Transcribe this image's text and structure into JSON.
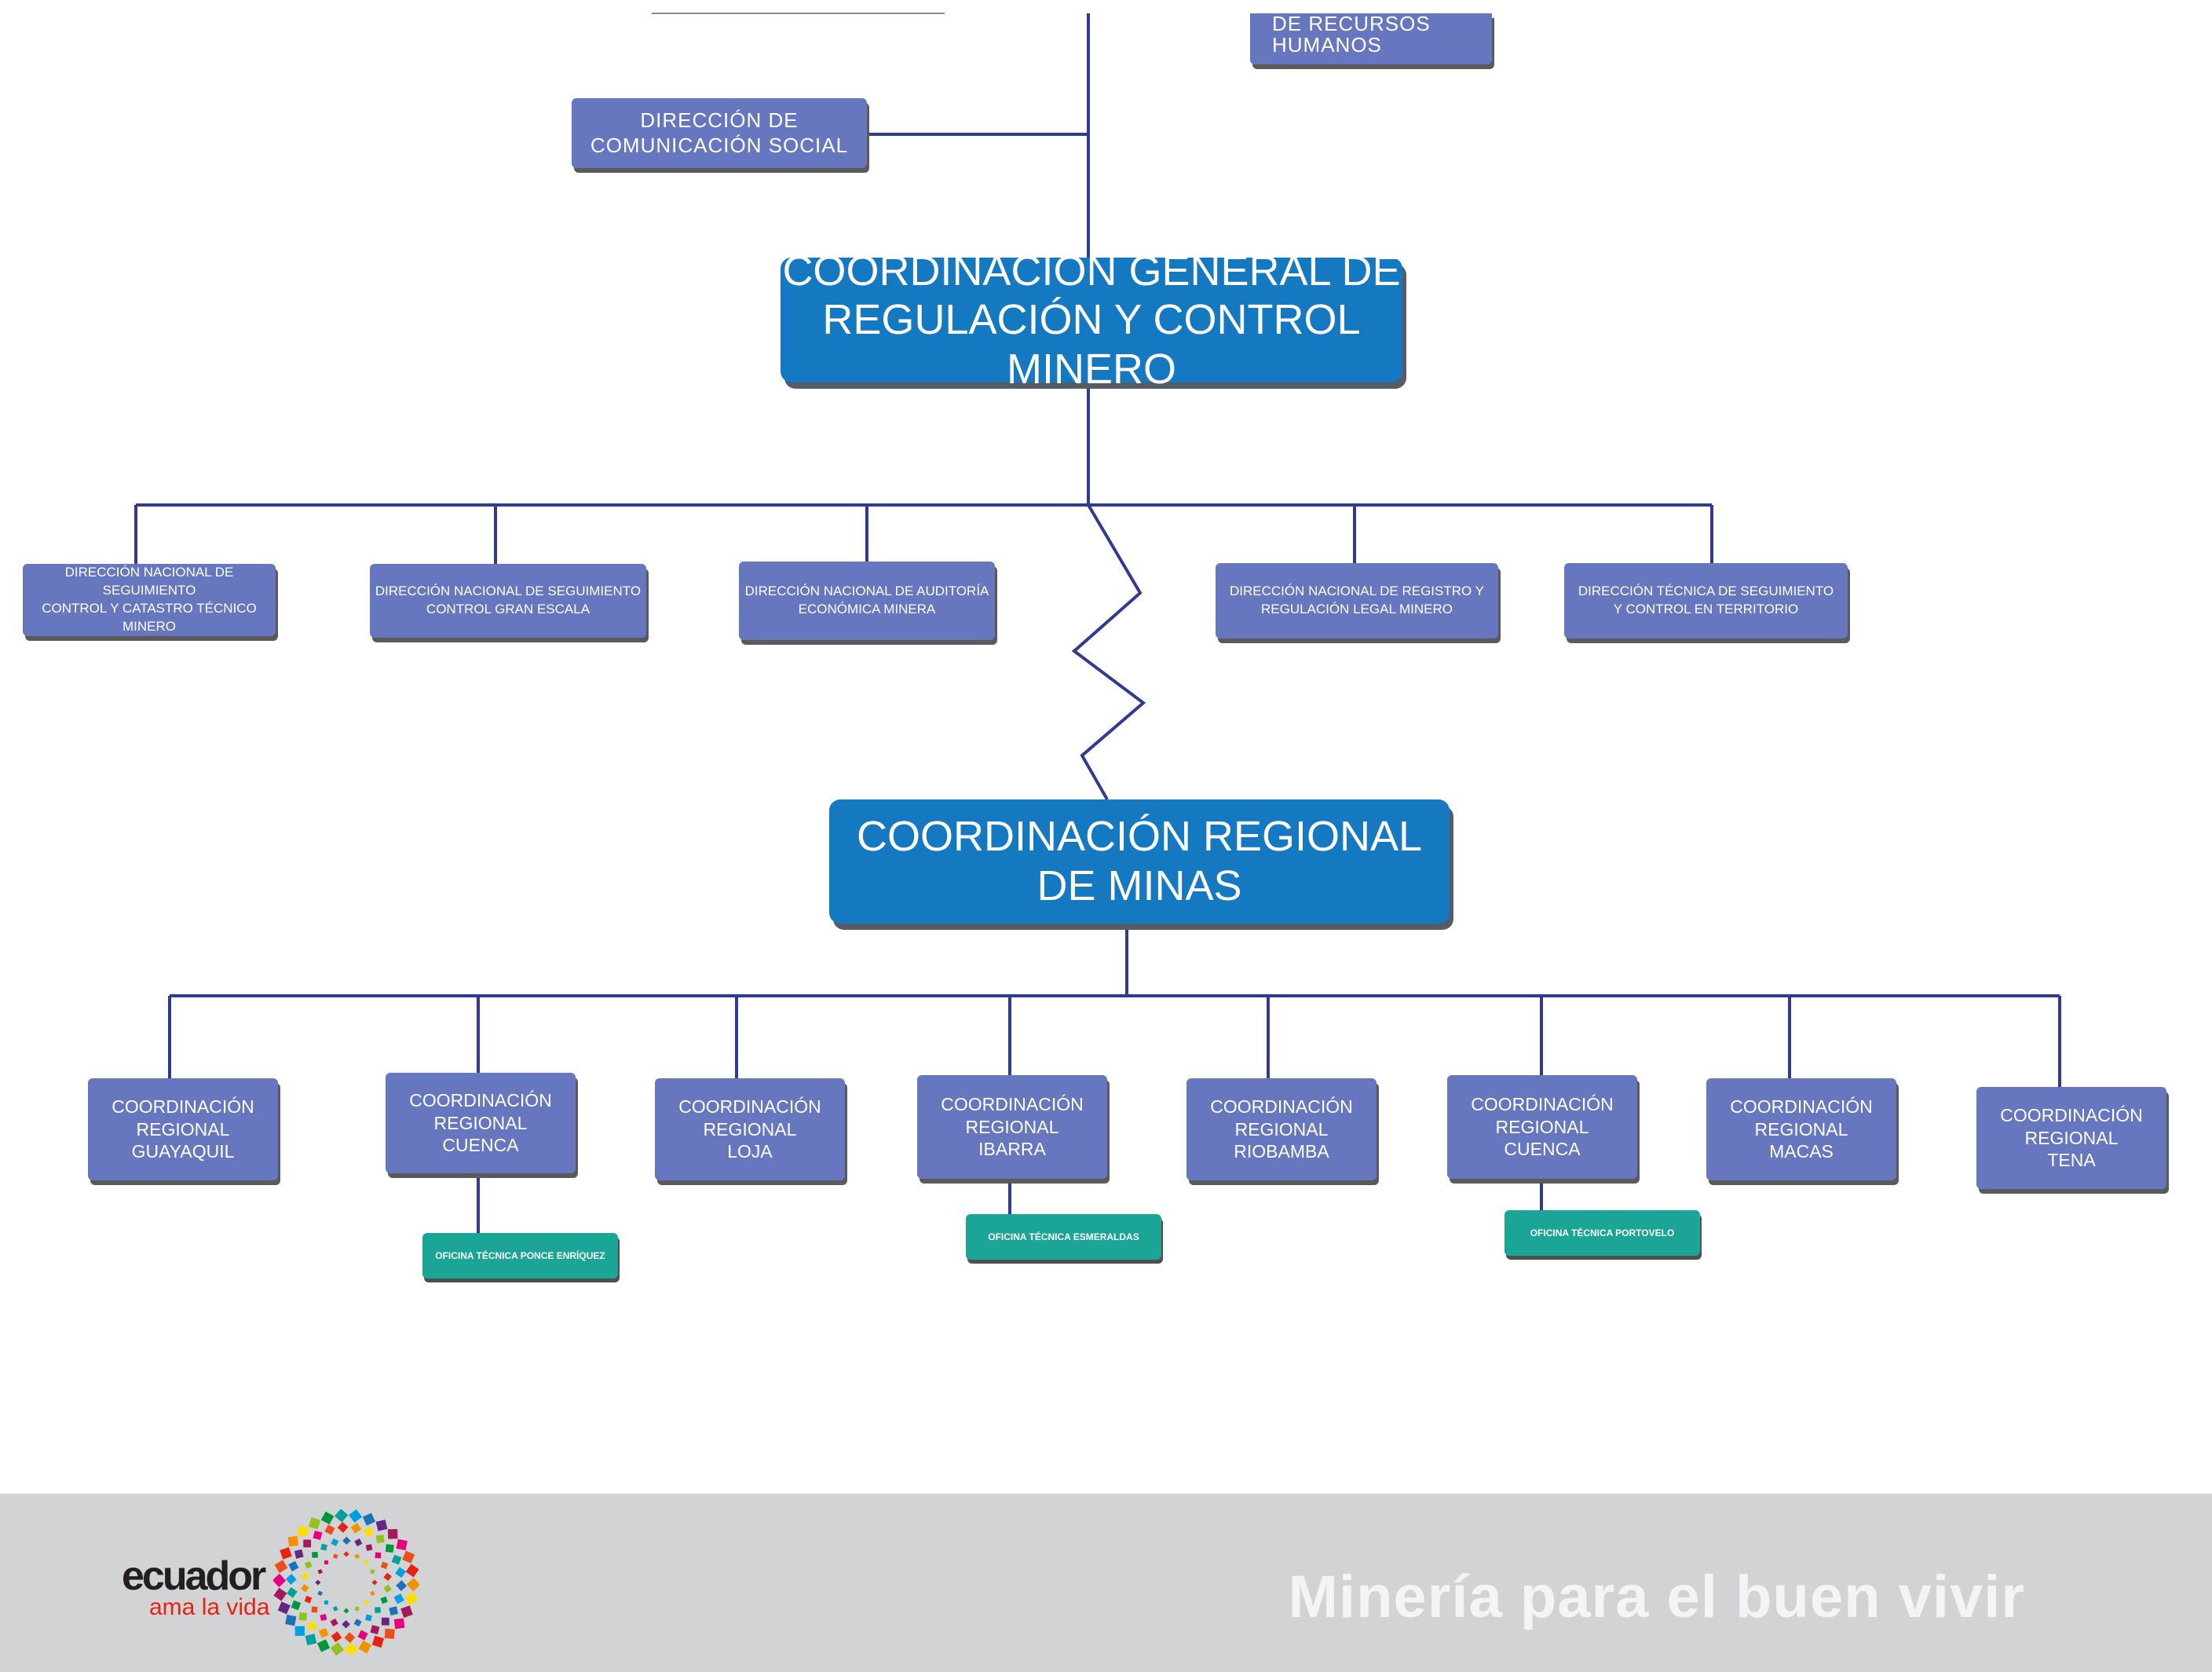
{
  "top": {
    "rrhh_label": "DE RECURSOS\nHUMANOS",
    "comunicacion_label": "DIRECCIÓN DE\nCOMUNICACIÓN SOCIAL"
  },
  "cg_regulacion": "COORDINACIÓN GENERAL DE\nREGULACIÓN Y CONTROL MINERO",
  "direcciones": [
    "DIRECCIÓN NACIONAL DE SEGUIMIENTO\nCONTROL Y CATASTRO TÉCNICO\nMINERO",
    "DIRECCIÓN NACIONAL DE SEGUIMIENTO\nCONTROL GRAN ESCALA",
    "DIRECCIÓN  NACIONAL DE AUDITORÍA\nECONÓMICA MINERA",
    "DIRECCIÓN NACIONAL DE  REGISTRO Y\nREGULACIÓN LEGAL MINERO",
    "DIRECCIÓN TÉCNICA DE SEGUIMIENTO\nY CONTROL EN TERRITORIO"
  ],
  "cr_minas": "COORDINACIÓN REGIONAL\nDE MINAS",
  "regionales": [
    "COORDINACIÓN\nREGIONAL\nGUAYAQUIL",
    "COORDINACIÓN\nREGIONAL\nCUENCA",
    "COORDINACIÓN\nREGIONAL\nLOJA",
    "COORDINACIÓN\nREGIONAL\nIBARRA",
    "COORDINACIÓN\nREGIONAL\nRIOBAMBA",
    "COORDINACIÓN\nREGIONAL\nCUENCA",
    "COORDINACIÓN\nREGIONAL\nMACAS",
    "COORDINACIÓN\nREGIONAL\nTENA"
  ],
  "oficinas": [
    "OFICINA TÉCNICA PONCE ENRÍQUEZ",
    "OFICINA TÉCNICA ESMERALDAS",
    "OFICINA TÉCNICA PORTOVELO"
  ],
  "footer": {
    "logo_word": "ecuador",
    "logo_sub": "ama la vida",
    "slogan": "Minería para el buen vivir"
  },
  "colors": {
    "connector": "#2f3a93",
    "director_box": "#6777bf",
    "coordination_box": "#1479c1",
    "office_box": "#1aa596",
    "footer_bg": "#d1d3d4"
  }
}
